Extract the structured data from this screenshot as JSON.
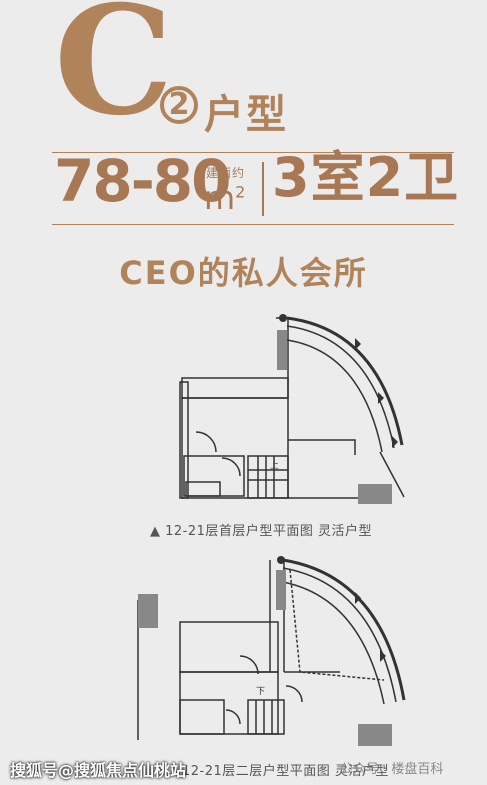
{
  "heading": {
    "unit_letter": "C",
    "unit_number": "2",
    "type_label": "户型"
  },
  "specs": {
    "area": "78-80",
    "area_note": "建面约",
    "area_unit": "m",
    "area_unit_sup": "2",
    "rooms": "3室2卫"
  },
  "slogan": "CEO的私人会所",
  "plans": [
    {
      "caption": "▲ 12-21层首层户型平面图  灵活户型",
      "stair_mark": "上"
    },
    {
      "caption": "12-21层二层户型平面图  灵活户型",
      "stair_mark": "下"
    }
  ],
  "overlay": {
    "watermark": "搜狐号@搜狐焦点仙桃站",
    "wechat_label": "公众号 · 楼盘百科"
  },
  "colors": {
    "accent": "#b1835b",
    "background": "#ececec",
    "plan_line": "#333333",
    "plan_gray": "#888888"
  }
}
